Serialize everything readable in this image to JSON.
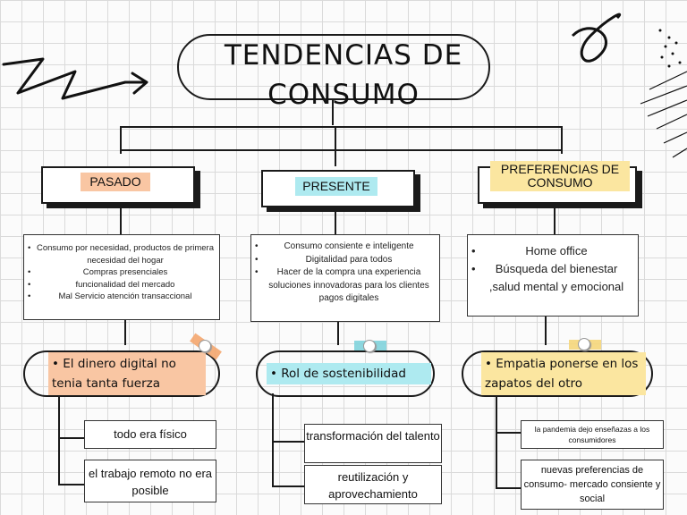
{
  "title": {
    "line1": "TENDENCIAS DE",
    "line2": "CONSUMO"
  },
  "columns": [
    {
      "header": "PASADO",
      "color": "#f9c6a3",
      "items": [
        "Consumo por necesidad, productos de primera necesidad del hogar",
        "Compras presenciales",
        "funcionalidad del mercado",
        "Mal Servicio atención transaccional"
      ],
      "highlight": "El dinero digital no tenia tanta fuerza",
      "leaves": [
        "todo era físico",
        "el trabajo remoto no era posible"
      ]
    },
    {
      "header": "PRESENTE",
      "color": "#aeeaf0",
      "items": [
        "Consumo consiente e inteligente",
        "Digitalidad para todos",
        "Hacer de la compra una experiencia soluciones innovadoras para los clientes pagos digitales"
      ],
      "highlight": "Rol de sostenibilidad",
      "leaves": [
        "transformación del talento",
        "reutilización y aprovechamiento"
      ]
    },
    {
      "header": "PREFERENCIAS DE CONSUMO",
      "color": "#fbe6a0",
      "items": [
        "Home office",
        "Búsqueda del bienestar ,salud mental y emocional"
      ],
      "highlight": "Empatia ponerse en los zapatos del otro",
      "leaves": [
        "la pandemia dejo enseñazas a los consumidores",
        "nuevas preferencias de consumo- mercado consiente y social"
      ]
    }
  ],
  "colors": {
    "peach": "#f9c6a3",
    "cyan": "#aeeaf0",
    "yellow": "#fbe6a0",
    "ink": "#1a1a1a"
  }
}
